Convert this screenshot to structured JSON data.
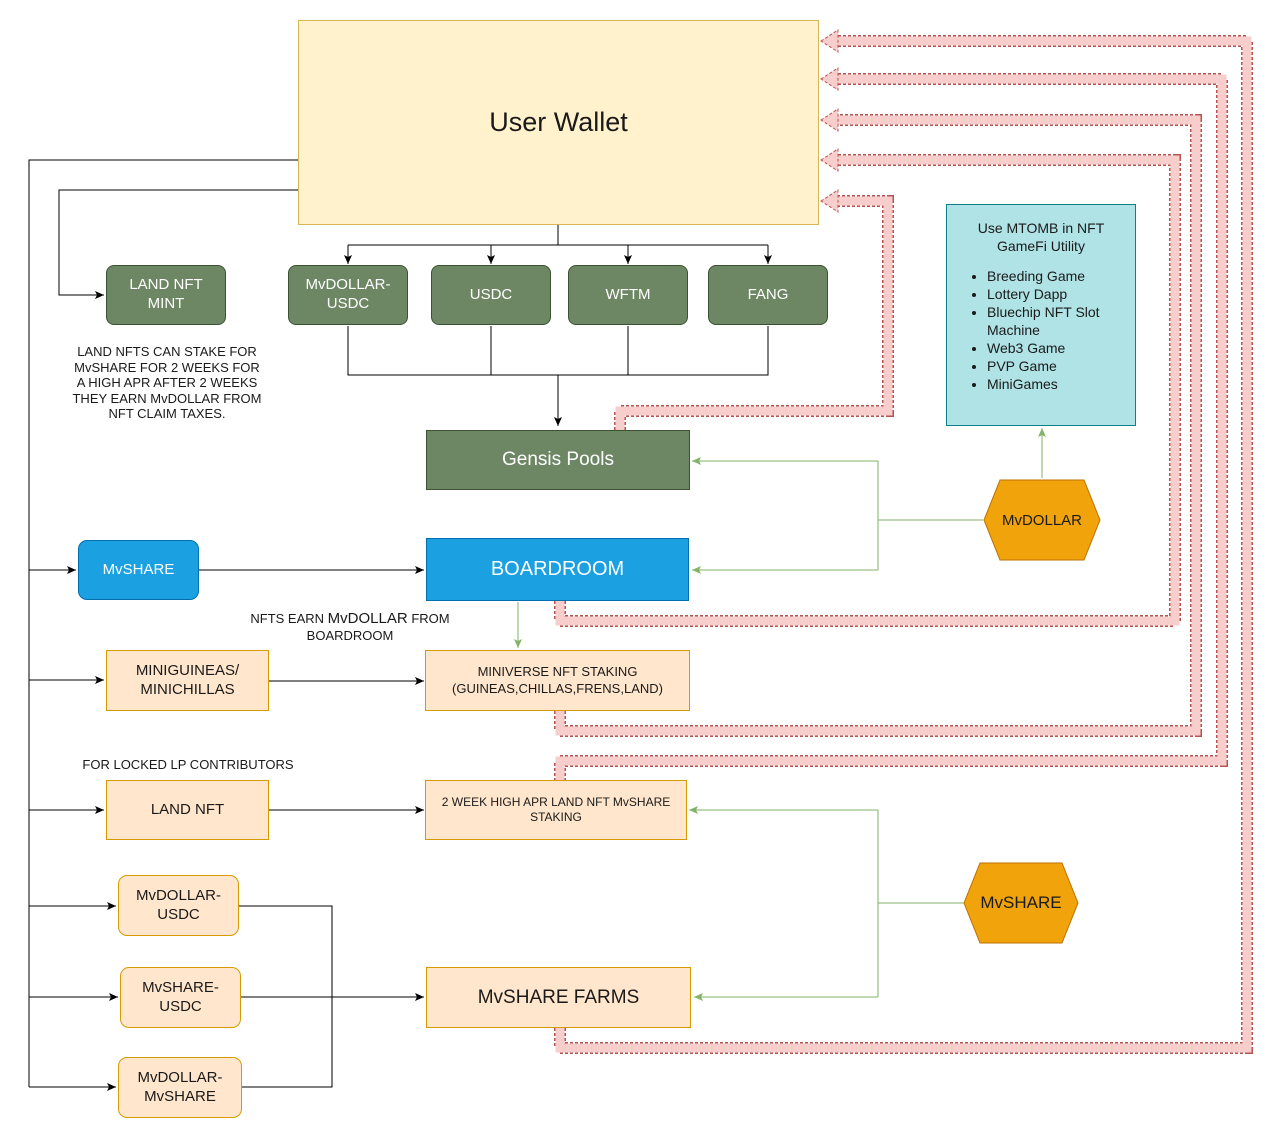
{
  "nodes": {
    "user_wallet": "User Wallet",
    "land_nft_mint": "LAND NFT MINT",
    "mvdollar_usdc_top": "MvDOLLAR-USDC",
    "usdc": "USDC",
    "wftm": "WFTM",
    "fang": "FANG",
    "gensis_pools": "Gensis Pools",
    "mvshare_blue": "MvSHARE",
    "boardroom": "BOARDROOM",
    "miniguineas": "MINIGUINEAS/ MINICHILLAS",
    "miniverse_staking": "MINIVERSE NFT STAKING (GUINEAS,CHILLAS,FRENS,LAND)",
    "land_nft": "LAND NFT",
    "land_nft_staking": "2 WEEK HIGH APR LAND NFT MvSHARE STAKING",
    "mvdollar_usdc_farm": "MvDOLLAR-USDC",
    "mvshare_usdc_farm": "MvSHARE-USDC",
    "mvdollar_mvshare_farm": "MvDOLLAR-MvSHARE",
    "mvshare_farms": "MvSHARE FARMS",
    "mvdollar_hex": "MvDOLLAR",
    "mvshare_hex": "MvSHARE"
  },
  "notes": {
    "land_nft_note": "LAND NFTS CAN STAKE FOR MvSHARE FOR 2 WEEKS FOR A HIGH APR AFTER 2 WEEKS THEY EARN MvDOLLAR FROM NFT CLAIM TAXES.",
    "nfts_earn_note_1": "NFTS EARN",
    "nfts_earn_note_2": "MvDOLLAR",
    "nfts_earn_note_3": "FROM BOARDROOM",
    "locked_lp_note": "FOR LOCKED LP CONTRIBUTORS"
  },
  "utility": {
    "title": "Use MTOMB in NFT GameFi Utility",
    "items": [
      "Breeding Game",
      "Lottery Dapp",
      "Bluechip NFT Slot Machine",
      "Web3 Game",
      "PVP Game",
      "MiniGames"
    ]
  },
  "colors": {
    "green_fill": "#6d8764",
    "blue_fill": "#1ba1e2",
    "peach_fill": "#ffe6cc",
    "wallet_fill": "#fff2cc",
    "utility_fill": "#b0e3e6",
    "hex_fill": "#f0a30a",
    "return_arrow_fill": "#f8cecc",
    "return_arrow_stroke": "#b85450",
    "green_arrow": "#82b366",
    "black_arrow": "#000000"
  }
}
